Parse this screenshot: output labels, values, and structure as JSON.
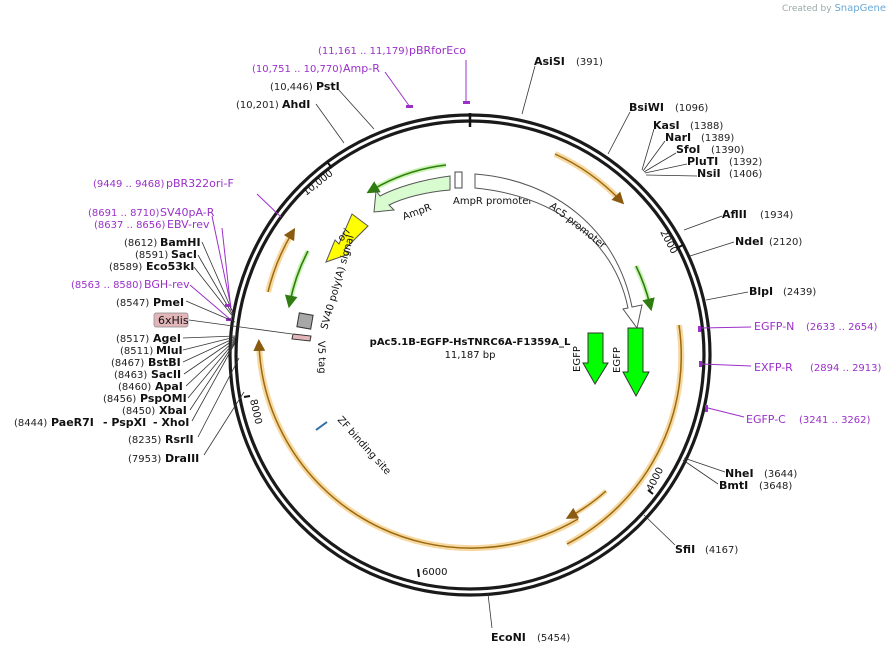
{
  "credit": {
    "created_by": "Created by",
    "brand": "SnapGene"
  },
  "plasmid": {
    "name": "pAc5.1B-EGFP-HsTNRC6A-F1359A_L",
    "size": "11,187 bp"
  },
  "ticks": [
    {
      "label": "2000"
    },
    {
      "label": "4000"
    },
    {
      "label": "6000"
    },
    {
      "label": "8000"
    },
    {
      "label": "10,000"
    }
  ],
  "sites": {
    "AsiSI": {
      "name": "AsiSI",
      "pos": "(391)"
    },
    "BsiWI": {
      "name": "BsiWI",
      "pos": "(1096)"
    },
    "KasI": {
      "name": "KasI",
      "pos": "(1388)"
    },
    "NarI": {
      "name": "NarI",
      "pos": "(1389)"
    },
    "SfoI": {
      "name": "SfoI",
      "pos": "(1390)"
    },
    "PluTI": {
      "name": "PluTI",
      "pos": "(1392)"
    },
    "NsiI": {
      "name": "NsiI",
      "pos": "(1406)"
    },
    "AflII": {
      "name": "AflII",
      "pos": "(1934)"
    },
    "NdeI": {
      "name": "NdeI",
      "pos": "(2120)"
    },
    "BlpI": {
      "name": "BlpI",
      "pos": "(2439)"
    },
    "NheI": {
      "name": "NheI",
      "pos": "(3644)"
    },
    "BmtI": {
      "name": "BmtI",
      "pos": "(3648)"
    },
    "SfiI": {
      "name": "SfiI",
      "pos": "(4167)"
    },
    "EcoNI": {
      "name": "EcoNI",
      "pos": "(5454)"
    },
    "DraIII": {
      "name": "DraIII",
      "pos": "(7953)"
    },
    "RsrII": {
      "name": "RsrII",
      "pos": "(8235)"
    },
    "PaeR7I": {
      "name": "PaeR7I",
      "pos": "(8444)"
    },
    "PspXI": {
      "name": "- PspXI",
      "pos": ""
    },
    "XhoI": {
      "name": "- XhoI",
      "pos": ""
    },
    "XbaI": {
      "name": "XbaI",
      "pos": "(8450)"
    },
    "PspOMI": {
      "name": "PspOMI",
      "pos": "(8456)"
    },
    "ApaI": {
      "name": "ApaI",
      "pos": "(8460)"
    },
    "SacII": {
      "name": "SacII",
      "pos": "(8463)"
    },
    "BstBI": {
      "name": "BstBI",
      "pos": "(8467)"
    },
    "MluI": {
      "name": "MluI",
      "pos": "(8511)"
    },
    "AgeI": {
      "name": "AgeI",
      "pos": "(8517)"
    },
    "PmeI": {
      "name": "PmeI",
      "pos": "(8547)"
    },
    "Eco53kI": {
      "name": "Eco53kI",
      "pos": "(8589)"
    },
    "SacI": {
      "name": "SacI",
      "pos": "(8591)"
    },
    "BamHI": {
      "name": "BamHI",
      "pos": "(8612)"
    },
    "AhdI": {
      "name": "AhdI",
      "pos": "(10,201)"
    },
    "PstI": {
      "name": "PstI",
      "pos": "(10,446)"
    }
  },
  "primers": {
    "pBRforEco": {
      "name": "pBRforEco",
      "pos": "(11,161 .. 11,179)"
    },
    "AmpR": {
      "name": "Amp-R",
      "pos": "(10,751 .. 10,770)"
    },
    "pBR322ori": {
      "name": "pBR322ori-F",
      "pos": "(9449 .. 9468)"
    },
    "SV40pA": {
      "name": "SV40pA-R",
      "pos": "(8691 .. 8710)"
    },
    "EBV": {
      "name": "EBV-rev",
      "pos": "(8637 .. 8656)"
    },
    "BGH": {
      "name": "BGH-rev",
      "pos": "(8563 .. 8580)"
    },
    "EGFPN": {
      "name": "EGFP-N",
      "pos": "(2633 .. 2654)"
    },
    "EXFPR": {
      "name": "EXFP-R",
      "pos": "(2894 .. 2913)"
    },
    "EGFPC": {
      "name": "EGFP-C",
      "pos": "(3241 .. 3262)"
    }
  },
  "features": {
    "ampr_promoter": "AmpR promoter",
    "ampr": "AmpR",
    "ac5": "Ac5 promoter",
    "ori": "ori",
    "sv40": "SV40 poly(A) signal",
    "v5": "V5 tag",
    "his": "6xHis",
    "zf": "ZF binding site",
    "egfp1": "EGFP",
    "egfp2": "EGFP"
  }
}
